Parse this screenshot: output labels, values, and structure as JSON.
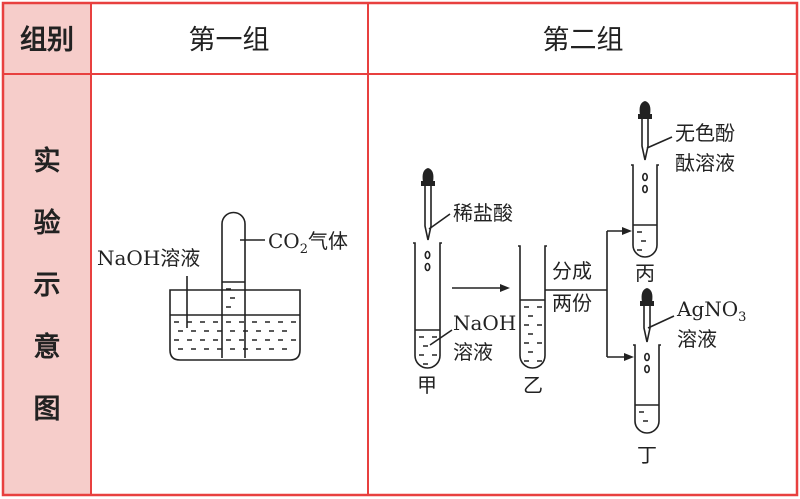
{
  "colors": {
    "border": "#e8403f",
    "header_fill": "#f6cdca",
    "ink": "#222222"
  },
  "header": {
    "row_label": "组别",
    "group1": "第一组",
    "group2": "第二组"
  },
  "row": {
    "label_chars": [
      "实",
      "验",
      "示",
      "意",
      "图"
    ]
  },
  "group1": {
    "naoh_label": "NaOH溶液",
    "co2_label_main": "CO",
    "co2_label_sub": "2",
    "co2_label_rest": "气体"
  },
  "group2": {
    "dilute_hcl": "稀盐酸",
    "naoh_line1": "NaOH",
    "naoh_line2": "溶液",
    "split_line1": "分成",
    "split_line2": "两份",
    "phenol_line1": "无色酚",
    "phenol_line2": "酞溶液",
    "agno3_main": "AgNO",
    "agno3_sub": "3",
    "agno3_line2": "溶液",
    "tube_jia": "甲",
    "tube_yi": "乙",
    "tube_bing": "丙",
    "tube_ding": "丁"
  }
}
